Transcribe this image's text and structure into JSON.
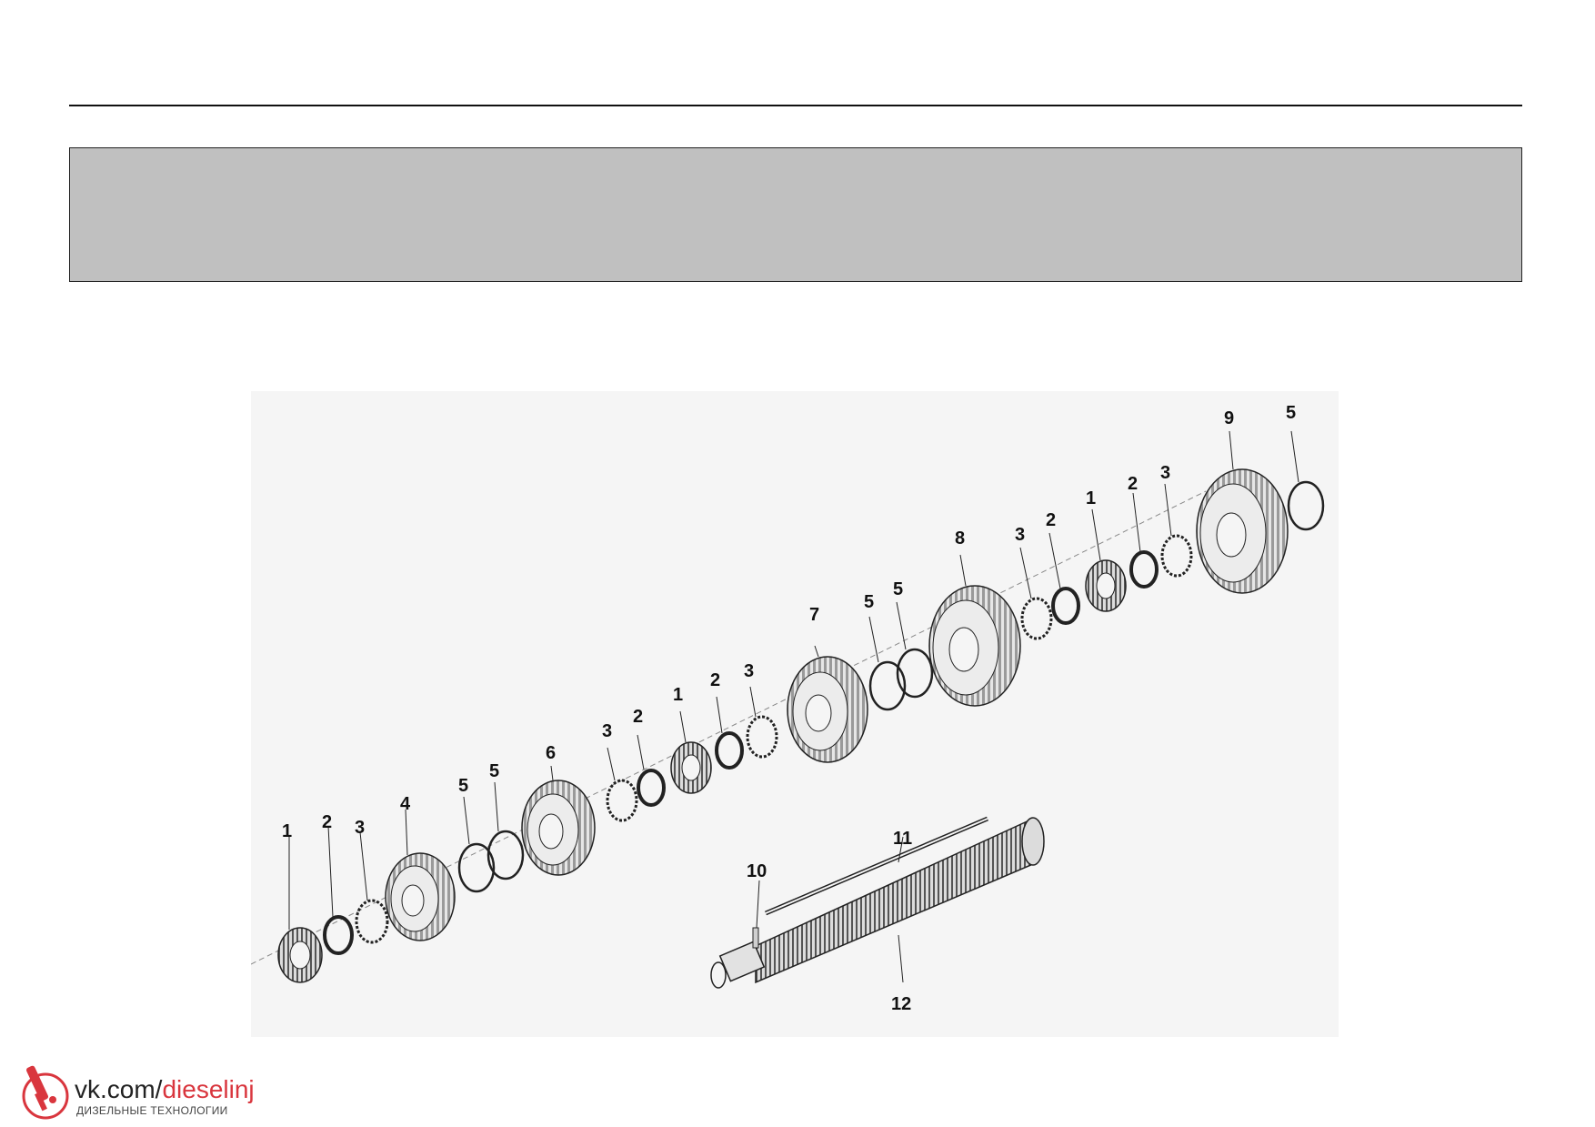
{
  "page": {
    "header_rule": true,
    "header_box_color": "#c0c0c0"
  },
  "diagram": {
    "callouts": [
      {
        "id": "c1a",
        "label": "1"
      },
      {
        "id": "c2a",
        "label": "2"
      },
      {
        "id": "c3a",
        "label": "3"
      },
      {
        "id": "c4",
        "label": "4"
      },
      {
        "id": "c5a",
        "label": "5"
      },
      {
        "id": "c5b",
        "label": "5"
      },
      {
        "id": "c6",
        "label": "6"
      },
      {
        "id": "c3b",
        "label": "3"
      },
      {
        "id": "c2b",
        "label": "2"
      },
      {
        "id": "c1b",
        "label": "1"
      },
      {
        "id": "c2c",
        "label": "2"
      },
      {
        "id": "c3c",
        "label": "3"
      },
      {
        "id": "c7",
        "label": "7"
      },
      {
        "id": "c5c",
        "label": "5"
      },
      {
        "id": "c5d",
        "label": "5"
      },
      {
        "id": "c8",
        "label": "8"
      },
      {
        "id": "c3d",
        "label": "3"
      },
      {
        "id": "c2d",
        "label": "2"
      },
      {
        "id": "c1c",
        "label": "1"
      },
      {
        "id": "c2e",
        "label": "2"
      },
      {
        "id": "c3e",
        "label": "3"
      },
      {
        "id": "c9",
        "label": "9"
      },
      {
        "id": "c5e",
        "label": "5"
      },
      {
        "id": "c10",
        "label": "10"
      },
      {
        "id": "c11",
        "label": "11"
      },
      {
        "id": "c12",
        "label": "12"
      }
    ]
  },
  "logo": {
    "url_prefix": "vk.com/",
    "url_accent": "dieselinj",
    "subtitle": "ДИЗЕЛЬНЫЕ ТЕХНОЛОГИИ",
    "accent_color": "#d9363e"
  }
}
